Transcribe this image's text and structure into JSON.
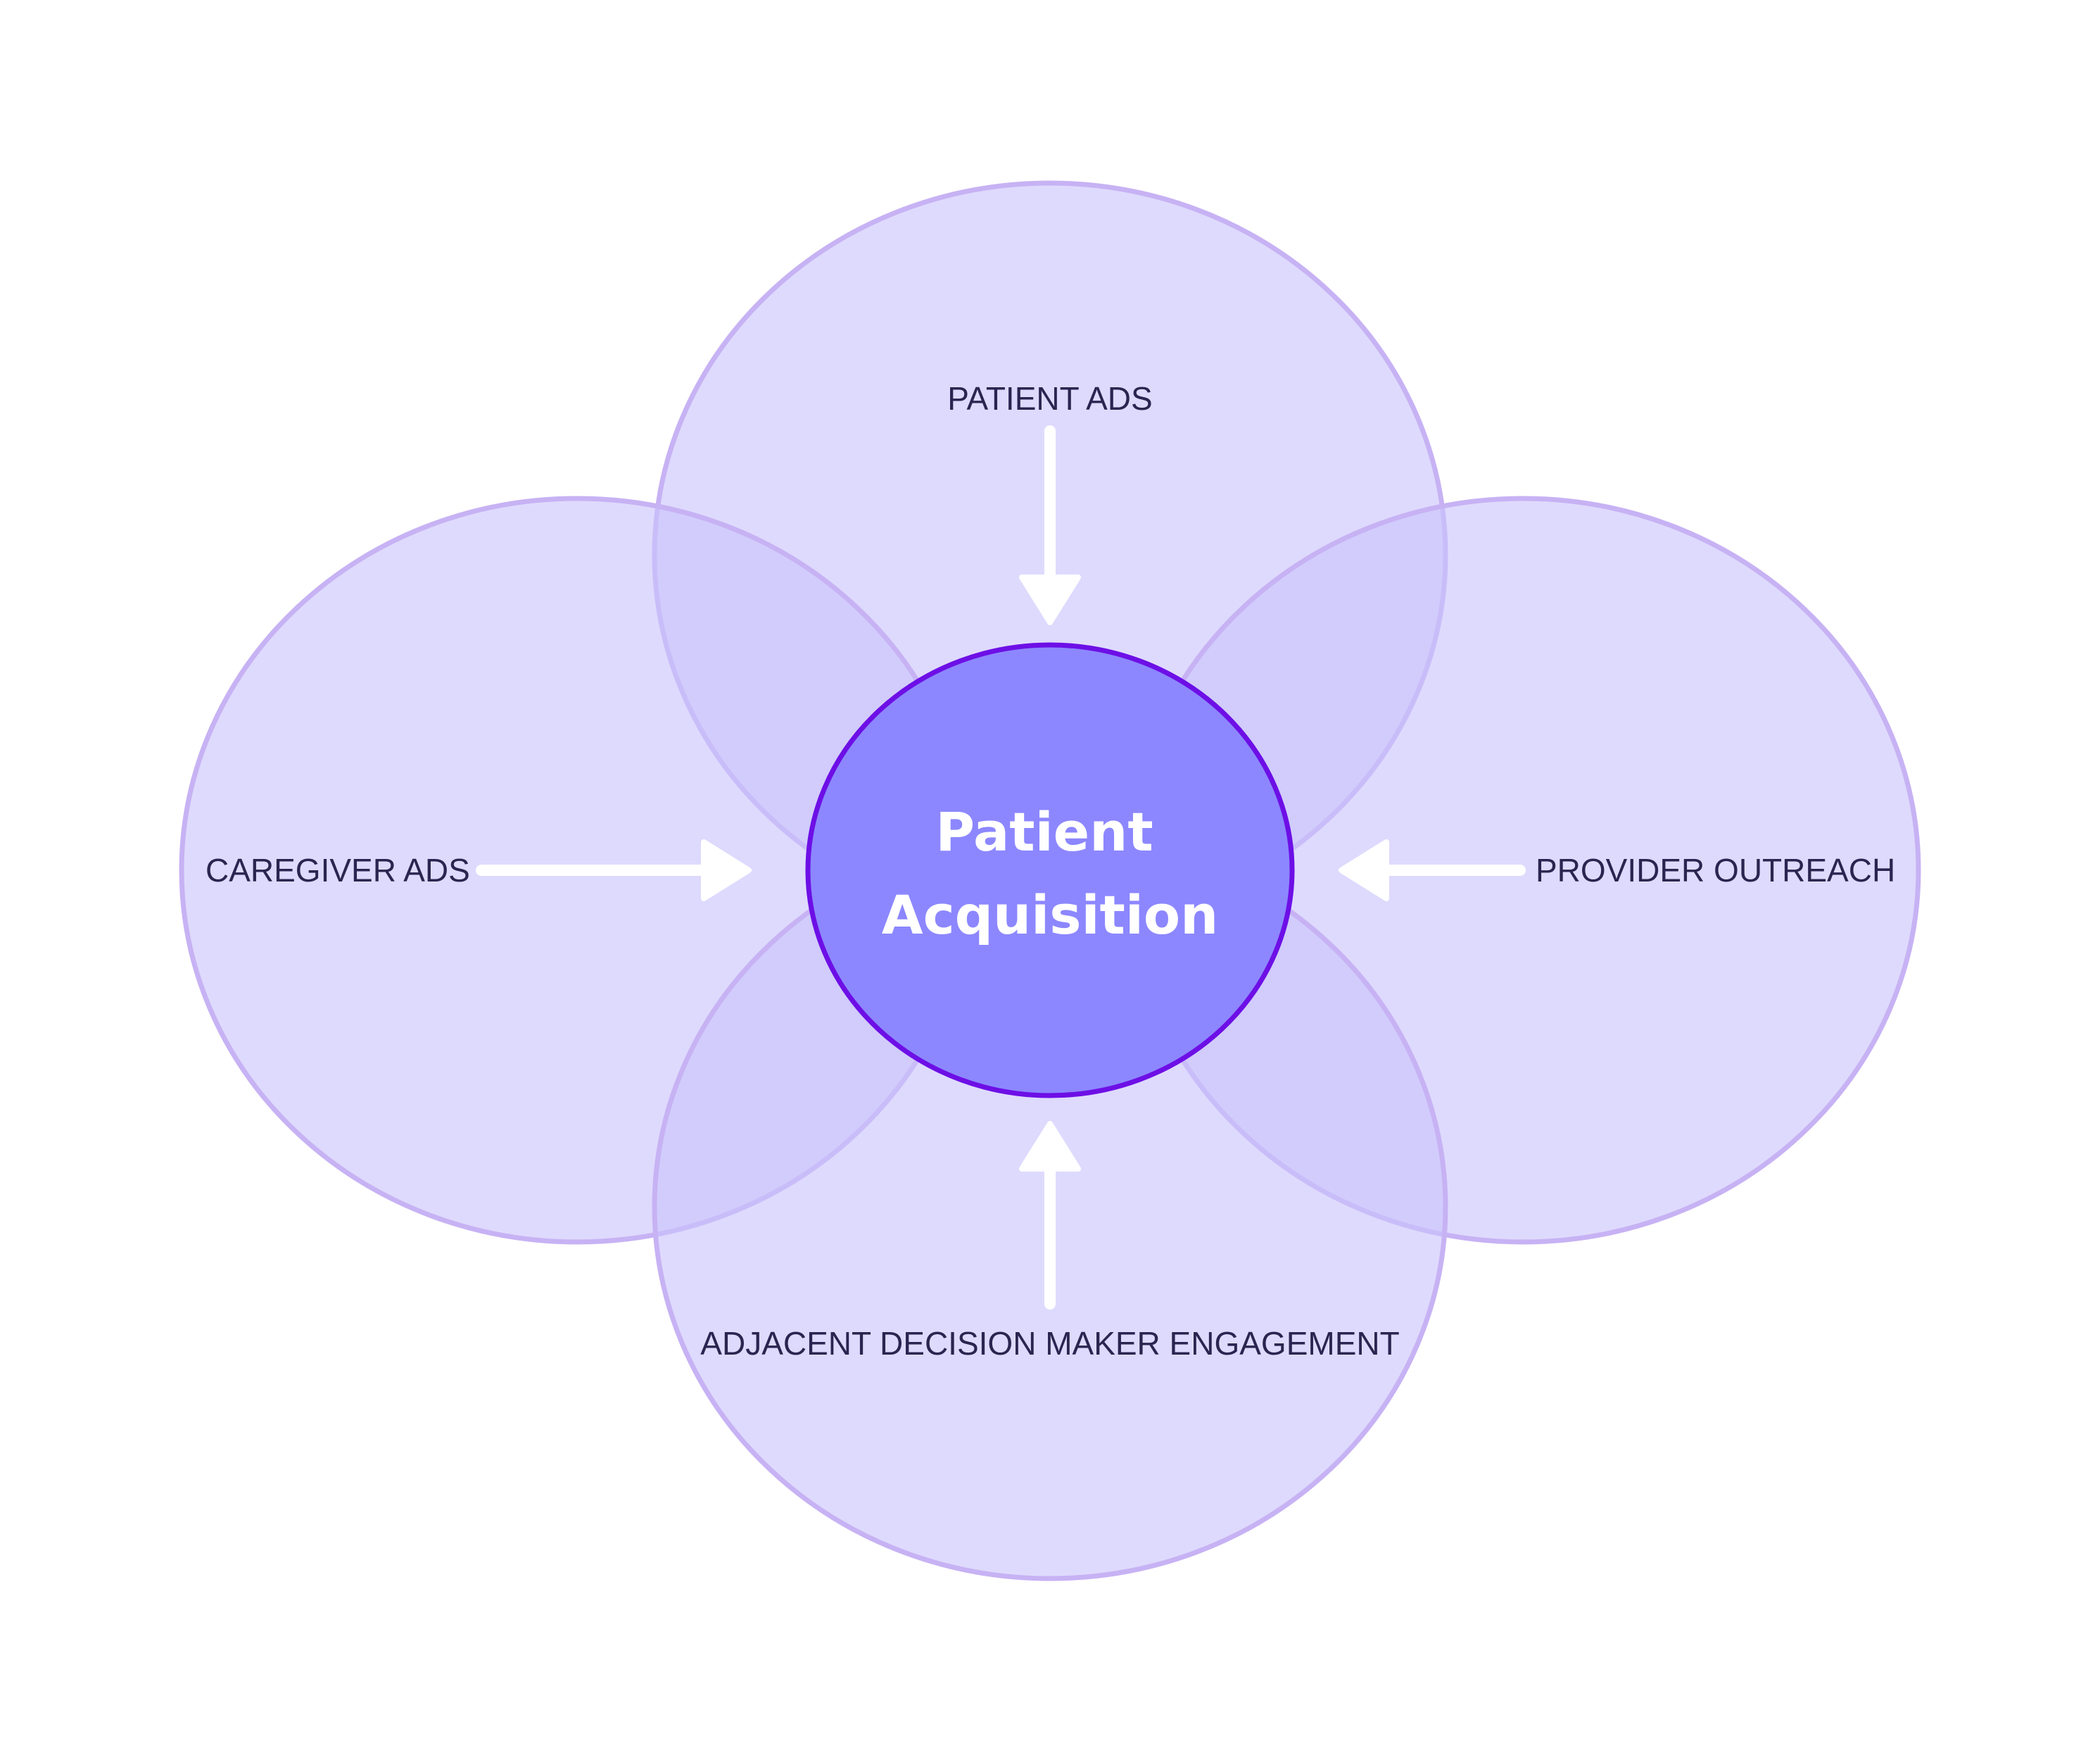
{
  "diagram": {
    "center": {
      "line1": "Patient",
      "line2": "Acquisition"
    },
    "inputs": {
      "top": "PATIENT ADS",
      "left": "CAREGIVER ADS",
      "right": "PROVIDER OUTREACH",
      "bottom": "ADJACENT DECISION MAKER ENGAGEMENT"
    }
  },
  "colors": {
    "outer_fill": "#ddd9fe",
    "outer_stroke": "#c7b2f4",
    "center_fill": "#8c87ff",
    "center_stroke": "#6d0fe6",
    "arrow": "#ffffff",
    "label_text": "#2a2550",
    "center_text": "#ffffff"
  }
}
